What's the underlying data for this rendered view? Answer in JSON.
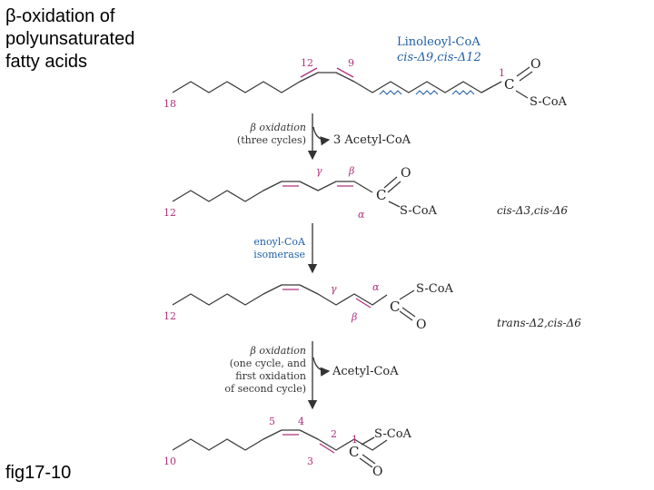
{
  "title_lines": [
    "β-oxidation of",
    "polyunsaturated",
    "fatty acids"
  ],
  "fig_label": "fig17-10",
  "colors": {
    "pink": "#b0307e",
    "blue": "#1f5fa6",
    "bond": "#3a3a3a"
  },
  "mol1": {
    "name": "Linoleoyl-CoA",
    "config": "cis-Δ9,cis-Δ12",
    "c18": "18",
    "c12": "12",
    "c9": "9",
    "c1": "1",
    "C": "C",
    "O": "O",
    "SCoA": "S-CoA"
  },
  "step1": {
    "line1": "β oxidation",
    "line2": "(three cycles)",
    "product": "3 Acetyl-CoA"
  },
  "mol2": {
    "c12": "12",
    "gamma": "γ",
    "beta": "β",
    "alpha": "α",
    "C": "C",
    "O": "O",
    "SCoA": "S-CoA",
    "config": "cis-Δ3,cis-Δ6"
  },
  "enzyme": {
    "line1": "enoyl-CoA",
    "line2": "isomerase"
  },
  "mol3": {
    "c12": "12",
    "gamma": "γ",
    "alpha": "α",
    "beta": "β",
    "C": "C",
    "O": "O",
    "SCoA": "S-CoA",
    "config": "trans-Δ2,cis-Δ6"
  },
  "step2": {
    "line1": "β oxidation",
    "line2": "(one cycle, and",
    "line3": "first oxidation",
    "line4": "of second cycle)",
    "product": "Acetyl-CoA"
  },
  "mol4": {
    "c10": "10",
    "c5": "5",
    "c4": "4",
    "c3": "3",
    "c2": "2",
    "c1": "1",
    "C": "C",
    "O": "O",
    "SCoA": "S-CoA"
  }
}
